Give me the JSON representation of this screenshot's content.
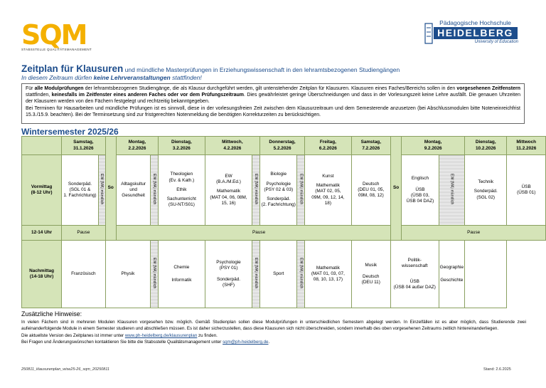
{
  "logo_left": {
    "word": "SQM",
    "subtitle": "STABSSTELLE QUALITÄTSMANAGEMENT"
  },
  "logo_right": {
    "top": "Pädagogische Hochschule",
    "bar": "HEIDELBERG",
    "bottom": "University of Education",
    "color": "#1d4d8c"
  },
  "title": {
    "main": "Zeitplan für Klausuren",
    "rest": " und mündliche Masterprüfungen in Erziehungswissenschaft in den lehramtsbezogenen Studiengängen",
    "subtitle_a": "In diesem Zeitraum dürfen ",
    "subtitle_b": "keine Lehrveranstaltungen",
    "subtitle_c": " stattfinden!"
  },
  "info": {
    "p1_a": "Für ",
    "p1_b": "alle Modulprüfungen",
    "p1_c": " der lehramtsbezogenen Studiengänge, die als Klausur durchgeführt werden, gilt untenstehender Zeitplan für Klausuren. Klausuren eines Faches/Bereichs sollen in den ",
    "p1_d": "vorgesehenen Zeitfenstern",
    "p1_e": " stattfinden, ",
    "p1_f": "keinesfalls im Zeitfenster eines anderen Faches oder vor dem Prüfungszeitraum",
    "p1_g": ". Dies gewährleistet geringe Überschneidungen und dass in der Vorlesungszeit keine Lehre ausfällt. Die genauen Uhrzeiten der Klausuren werden von den Fächern festgelegt und rechtzeitig bekanntgegeben.",
    "p2": "Bei Terminen für Hausarbeiten und mündliche Prüfungen ist es sinnvoll, diese in der vorlesungsfreien Zeit zwischen dem Klausurzeitraum und dem Semesterende anzusetzen (bei Abschlussmodulen bitte Noteneinreichfrist 15.3./15.9. beachten). Bei der Terminsetzung sind zur fristgerechten Notenmeldung die benötigten Korrekturzeiten zu berücksichtigen."
  },
  "semester": "Wintersemester 2025/26",
  "table": {
    "so": "So",
    "days": [
      {
        "name": "Samstag,",
        "date": "31.1.2026"
      },
      {
        "name": "Montag,",
        "date": "2.2.2026"
      },
      {
        "name": "Dienstag,",
        "date": "3.2.2026"
      },
      {
        "name": "Mittwoch,",
        "date": "4.2.2026"
      },
      {
        "name": "Donnerstag,",
        "date": "5.2.2026"
      },
      {
        "name": "Freitag,",
        "date": "6.2.2026"
      },
      {
        "name": "Samstag,",
        "date": "7.2.2026"
      },
      {
        "name": "Montag,",
        "date": "9.2.2026"
      },
      {
        "name": "Dienstag,",
        "date": "10.2.2026"
      },
      {
        "name": "Mittwoch",
        "date": "11.2.2026"
      }
    ],
    "rows": {
      "vormittag": {
        "label": "Vormittag",
        "time": "(8-12 Uhr)"
      },
      "mittag": {
        "label": "12-14 Uhr",
        "pause": "Pause"
      },
      "nachmittag": {
        "label": "Nachmittag",
        "time": "(14-18 Uhr)"
      }
    },
    "ew_vertical": "EW (MA) mündlich",
    "vm": {
      "sat1_a": "Sonderpäd.",
      "sat1_b": "(SGL 01 &",
      "sat1_c": "1. Fachrichtung)",
      "mon1_a": "Alltagskultur",
      "mon1_b": "und",
      "mon1_c": "Gesundheit",
      "tue1_a": "Theologien",
      "tue1_b": "(Ev. & Kath.)",
      "tue1_c": "Ethik",
      "tue1_d": "Sachunterricht",
      "tue1_e": "(SU-NT/S01)",
      "wed_a": "EW",
      "wed_b": "(B.A./M.Ed.)",
      "wed_c": "Mathematik",
      "wed_d": "(MAT 04, 06, 08M,",
      "wed_e": "15, 16)",
      "thu_a": "Biologie",
      "thu_b": "Psychologie",
      "thu_c": "(PSY 02 & 03)",
      "thu_d": "Sonderpäd.",
      "thu_e": "(2. Fachrichtung)",
      "fri_a": "Kunst",
      "fri_b": "Mathematik",
      "fri_c": "(MAT 02, 05,",
      "fri_d": "09M, 09, 12, 14,",
      "fri_e": "18)",
      "sat2_a": "Deutsch",
      "sat2_b": "(DEU 01, 05,",
      "sat2_c": "09M, 08, 12)",
      "mon2_a": "Englisch",
      "mon2_b": "ÜSB",
      "mon2_c": "(ÜSB 03,",
      "mon2_d": "ÜSB 04 DAZ)",
      "tue2_a": "Technik",
      "tue2_b": "Sonderpäd.",
      "tue2_c": "(SGL 02)",
      "wed2_a": "ÜSB",
      "wed2_b": "(ÜSB 01)"
    },
    "nm": {
      "sat1": "Französisch",
      "mon1": "Physik",
      "tue1_a": "Chemie",
      "tue1_b": "Informatik",
      "wed_a": "Psychologie",
      "wed_b": "(PSY 01)",
      "wed_c": "Sonderpäd.",
      "wed_d": "(SHF)",
      "thu": "Sport",
      "fri_a": "Mathematik",
      "fri_b": "(MAT 01, 03, 07,",
      "fri_c": "08, 10, 13, 17)",
      "sat2_a": "Musik",
      "sat2_b": "Deutsch",
      "sat2_c": "(DEU 11)",
      "mon2_a": "Politik-",
      "mon2_b": "wissenschaft",
      "mon2_c": "ÜSB",
      "mon2_d": "(ÜSB 04 außer DAZ)",
      "tue2_a": "Geographie",
      "tue2_b": "Geschichte"
    }
  },
  "notes": {
    "head": "Zusätzliche Hinweise:",
    "p1": "In vielen Fächern sind in mehreren Modulen Klausuren vorgesehen bzw. möglich. Gemäß Studienplan sollen diese Modulprüfungen in unterschiedlichen Semestern abgelegt werden. In Einzelfällen ist es aber möglich, dass Studierende zwei aufeinanderfolgende Module in einem Semester studieren und abschließen müssen. Es ist daher sicherzustellen, dass diese Klausuren sich nicht überschneiden, sondern innerhalb des oben vorgesehenen Zeitraums zeitlich hintereinanderliegen.",
    "p2_a": "Die aktuellste Version des Zeitplanes ist immer unter ",
    "p2_link": "www.ph-heidelberg.de/klausurenplan",
    "p2_b": " zu finden.",
    "p3_a": "Bei Fragen und Änderungswünschen kontaktieren Sie bitte die Stabsstelle Qualitätsmanagement unter ",
    "p3_link": "sqm@ph-heidelberg.de",
    "p3_b": "."
  },
  "footer": {
    "left": "250811_klausurenplan_wise25-26_sqm_20250811",
    "right": "Stand: 2.6.2025"
  }
}
